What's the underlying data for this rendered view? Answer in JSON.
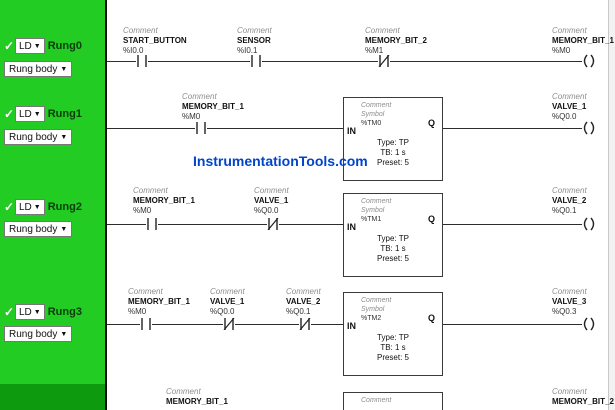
{
  "sidebar": {
    "ld_label": "LD",
    "body_label": "Rung body",
    "rungs": [
      {
        "name": "Rung0"
      },
      {
        "name": "Rung1"
      },
      {
        "name": "Rung2"
      },
      {
        "name": "Rung3"
      }
    ]
  },
  "comment_label": "Comment",
  "symbol_label": "Symbol",
  "watermark": "InstrumentationTools.com",
  "rung0": {
    "c1": {
      "var": "START_BUTTON",
      "addr": "%I0.0"
    },
    "c2": {
      "var": "SENSOR",
      "addr": "%I0.1"
    },
    "c3": {
      "var": "MEMORY_BIT_2",
      "addr": "%M1"
    },
    "coil": {
      "var": "MEMORY_BIT_1",
      "addr": "%M0"
    }
  },
  "rung1": {
    "c1": {
      "var": "MEMORY_BIT_1",
      "addr": "%M0"
    },
    "timer": {
      "name": "%TM0",
      "type": "Type: TP",
      "tb": "TB: 1 s",
      "preset": "Preset: 5",
      "in": "IN",
      "q": "Q"
    },
    "coil": {
      "var": "VALVE_1",
      "addr": "%Q0.0"
    }
  },
  "rung2": {
    "c1": {
      "var": "MEMORY_BIT_1",
      "addr": "%M0"
    },
    "c2": {
      "var": "VALVE_1",
      "addr": "%Q0.0"
    },
    "timer": {
      "name": "%TM1",
      "type": "Type: TP",
      "tb": "TB: 1 s",
      "preset": "Preset: 5",
      "in": "IN",
      "q": "Q"
    },
    "coil": {
      "var": "VALVE_2",
      "addr": "%Q0.1"
    }
  },
  "rung3": {
    "c1": {
      "var": "MEMORY_BIT_1",
      "addr": "%M0"
    },
    "c2": {
      "var": "VALVE_1",
      "addr": "%Q0.0"
    },
    "c3": {
      "var": "VALVE_2",
      "addr": "%Q0.1"
    },
    "timer": {
      "name": "%TM2",
      "type": "Type: TP",
      "tb": "TB: 1 s",
      "preset": "Preset: 5",
      "in": "IN",
      "q": "Q"
    },
    "coil": {
      "var": "VALVE_3",
      "addr": "%Q0.3"
    }
  },
  "rung4": {
    "c1": {
      "var": "MEMORY_BIT_1"
    },
    "coil": {
      "var": "MEMORY_BIT_2"
    }
  }
}
